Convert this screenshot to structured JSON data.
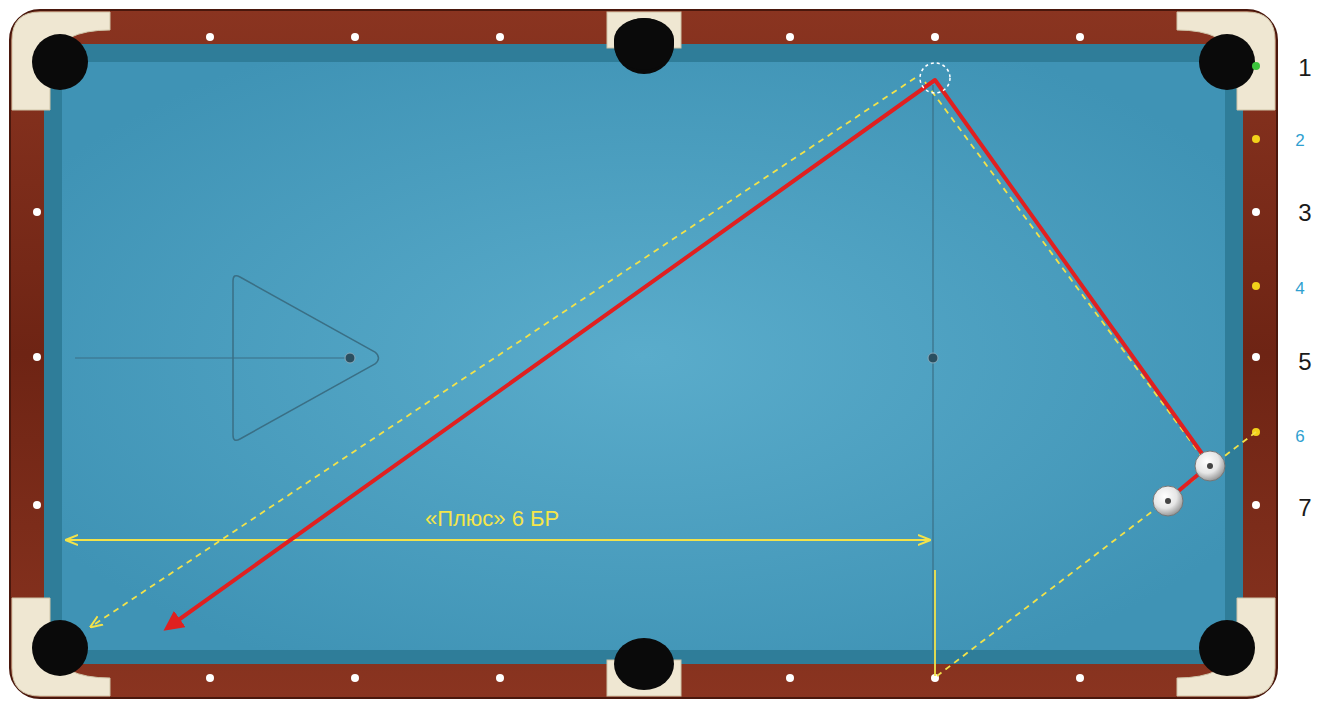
{
  "diagram": {
    "labels": [
      "1",
      "2",
      "3",
      "4",
      "5",
      "6",
      "7",
      "«Плюс» 6 БР"
    ]
  }
}
